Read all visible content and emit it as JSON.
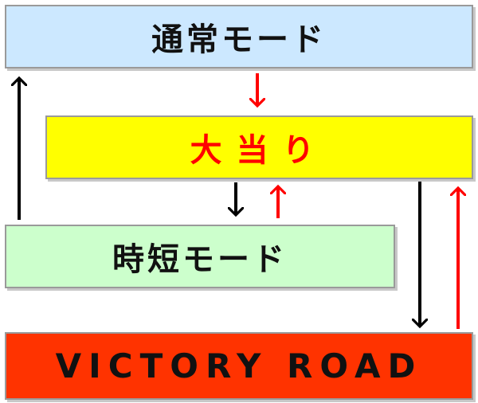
{
  "diagram": {
    "nodes": {
      "normal_mode": {
        "label": "通常モード",
        "fill": "#cce8ff"
      },
      "jackpot": {
        "label": "大当り",
        "fill": "#ffff00",
        "text_color": "#ff0000"
      },
      "jitan_mode": {
        "label": "時短モード",
        "fill": "#ccffcc"
      },
      "victory_road": {
        "label": "VICTORY ROAD",
        "fill": "#ff3300"
      }
    },
    "edges": [
      {
        "from": "normal_mode",
        "to": "jackpot",
        "color": "#ff0000"
      },
      {
        "from": "jackpot",
        "to": "jitan_mode",
        "color": "#000000"
      },
      {
        "from": "jitan_mode",
        "to": "jackpot",
        "color": "#ff0000"
      },
      {
        "from": "jitan_mode",
        "to": "normal_mode",
        "color": "#000000"
      },
      {
        "from": "jackpot",
        "to": "victory_road",
        "color": "#000000"
      },
      {
        "from": "victory_road",
        "to": "jackpot",
        "color": "#ff0000"
      }
    ]
  }
}
